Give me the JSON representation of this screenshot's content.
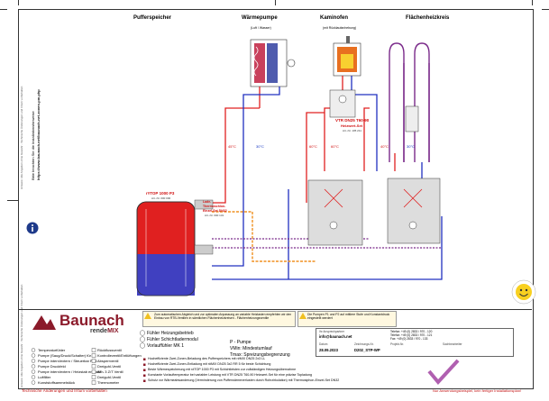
{
  "sections": {
    "puffer": "Pufferspeicher",
    "wp": "Wärmepumpe",
    "wp_sub": "(Luft / Wasser)",
    "kamin": "Kaminofen",
    "kamin_sub": "(mit Rücklaufanhebung)",
    "flaeche": "Flächenheizkreis"
  },
  "side_text": {
    "line1": "Hinweis: Alle Angaben ohne Gewähr - Technische Änderungen und Irrtum vorbehalten",
    "line2": "Bitte beachten Sie die Installationshinweise",
    "url": "https://www.baunach.net/baunach-net-zonen-pm.php"
  },
  "labels": {
    "temp_45": "45°C",
    "temp_30": "30°C",
    "temp_60": "60°C",
    "temp_60b": "60°C",
    "temp_40": "40°C",
    "temp_30b": "30°C",
    "vtr_l1": "VTR DN25 T60-90",
    "vtr_l2": "Heizwert-Set",
    "vtr_art": "Art.-Nr. 105 211",
    "tank_l1": "r#TOP 1000 P3",
    "tank_art": "Art.-Nr. 000 000",
    "thermo_l1": "Lade-",
    "thermo_l2": "Thermoschlon-",
    "thermo_l3": "Einzel-Set DN32",
    "thermo_art": "Art.-Nr. 000 131"
  },
  "logo": {
    "brand": "Baunach",
    "sub": "rende",
    "sub2": "MIX"
  },
  "legend_items": [
    "Temperaturfühler",
    "Pumpe (Saug/Druck/Schalter) für Ak",
    "Pumpe intern/extern / Steuerbar Rad",
    "Pumpe Druckfeld",
    "Pumpe intern/extern / Heizstab enthalten",
    "Luftfilter",
    "Kunststoffsammelstück"
  ],
  "legend_items2": [
    "Rückflussventil",
    "Kontrolleventil/Entlüftungen",
    "Absperrventil",
    "Dreiguhl-Ventil",
    "AT - 3 Z/T Ventil",
    "Dreiguhl-Ventil",
    "Thermometer"
  ],
  "fuehler": [
    "Fühler Heizungsbetrieb",
    "Fühler Schichtladermodul",
    "Vorlauffühler MK 1"
  ],
  "pumps": [
    "P - Pumpe",
    "VMin: Mindestumlauf",
    "Tmax: Spreizungsbegrenzung"
  ],
  "note_box": "Zum automatischen Abgleich und zur optimalen Anpassung an variable Heizlasten empfehlen wir den Einbau von RTB-Ventilen in sämtlichen Flächenheizkreisen - Flächenheizungsventile",
  "note_box2": "Die Pumpen P1 und P2 auf mittlere Stufe und Konstantdruck eingestellt werden!",
  "contact": {
    "addr": "Ihr Ansprechpartner",
    "mail": "info@baunach.net",
    "tel1": "Telefon: +49 (0) 2833 / 970 - 120",
    "tel2": "Telefon: +49 (0) 2833 / 970 - 121",
    "fax": "Fax: +49 (0) 2833 / 970 - 133",
    "date_label": "Datum",
    "date": "28.09.2023",
    "num_label": "Zeichnungs-Nr.",
    "num": "D202_STP-WP",
    "proj_label": "Projekt-Nr.",
    "author_label": "Sachbearbeiter"
  },
  "bullets": [
    "Hocheffiziente Zwei-Zonen-Beladung des Pufferspeichers mit r#MIX DN25 2x3 LL",
    "Hocheffiziente Zwei-Zonen-Entladung mit r#MIX DN25 3x2 RR 5 für beste Schichtung",
    "Beste Wärmespeicherung mit r#TOP 1000 P3 mit Schichtleisten zur vollständigen Heizungsübernahme",
    "Konstante Vorlauftemperatur bei variabler Leistung mit VTR DN25 T60-90 Heizwert-Set für eine präzise Topladung",
    "Schutz vor Wärmeabwanderung (Verminderung von Pufferwärmeverlusten durch Rohrzirkulation) mit Thermosiphon-Einzel-Set DN32"
  ],
  "footer_left": "Technische Änderungen und Irrtum vorbehalten",
  "footer_right": "Nur Anwendungsbeispiel, kein fertiger Installationsplan!",
  "colors": {
    "hot": "#e02020",
    "cold": "#2030c0",
    "purple": "#7a2a8a",
    "orange": "#f09020",
    "brand": "#8b1a2a"
  }
}
